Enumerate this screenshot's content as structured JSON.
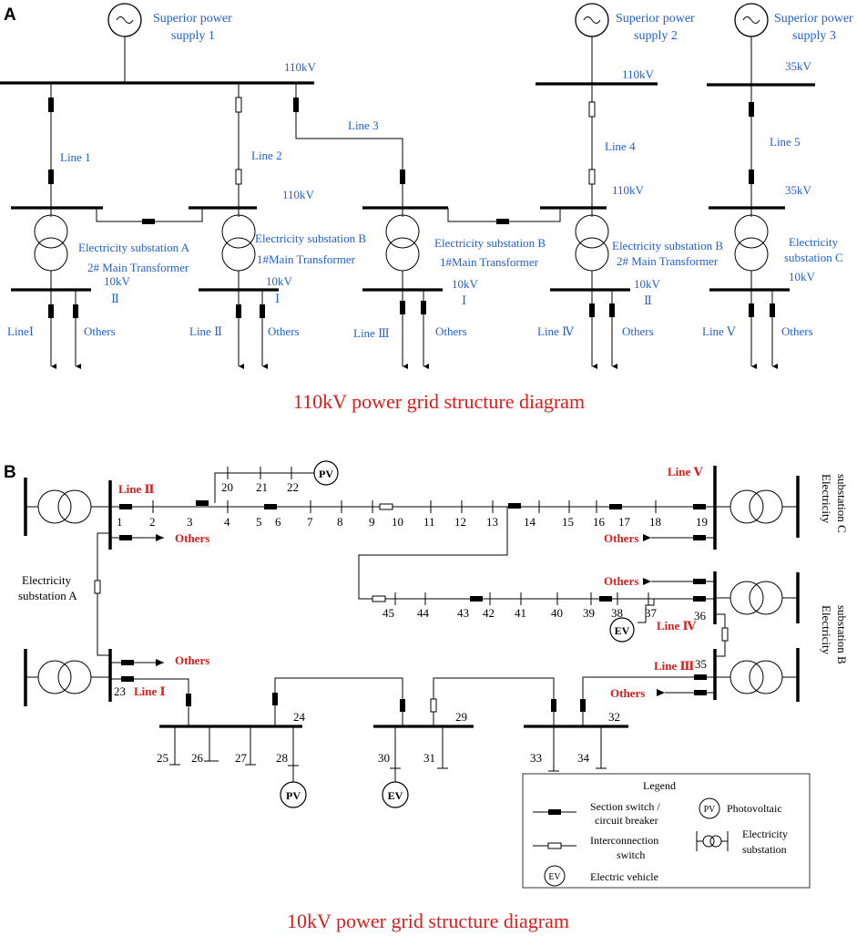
{
  "panelA": {
    "letter": "A",
    "caption": "110kV power grid structure diagram",
    "supplies": [
      "Superior power supply 1",
      "Superior power supply 2",
      "Superior power supply 3"
    ],
    "supply_lines": {
      "s1": [
        "Superior power",
        "supply 1"
      ],
      "s2": [
        "Superior power",
        "supply 2"
      ],
      "s3": [
        "Superior power",
        "supply 3"
      ]
    },
    "voltages": {
      "v110": "110kV",
      "v35": "35kV",
      "v10": "10kV",
      "roman1": "Ⅰ",
      "roman2": "Ⅱ"
    },
    "lines": [
      "Line 1",
      "Line 2",
      "Line 3",
      "Line 4",
      "Line 5"
    ],
    "substations": {
      "a_name": "Electricity substation A",
      "a_trans": "2# Main Transformer",
      "b1_name": "Electricity substation B",
      "b1_trans": "1#Main Transformer",
      "b2_name": "Electricity substation B",
      "b2_trans": "1#Main Transformer",
      "b3_name": "Electricity substation B",
      "b3_trans": "2# Main Transformer",
      "c_name1": "Electricity",
      "c_name2": "substation C"
    },
    "feeders": [
      "LineⅠ",
      "Line Ⅱ",
      "Line Ⅲ",
      "Line Ⅳ",
      "Line Ⅴ"
    ],
    "others": "Others"
  },
  "panelB": {
    "letter": "B",
    "caption": "10kV power grid structure diagram",
    "lines": {
      "l1": "Line Ⅰ",
      "l2": "Line Ⅱ",
      "l3": "Line Ⅲ",
      "l4": "Line Ⅳ",
      "l5": "Line Ⅴ"
    },
    "others": "Others",
    "substation_a": [
      "Electricity",
      "substation A"
    ],
    "substation_b": [
      "Electricity",
      "substation B"
    ],
    "substation_c": [
      "Electricity",
      "substation C"
    ],
    "nodes": [
      "1",
      "2",
      "3",
      "4",
      "5",
      "6",
      "7",
      "8",
      "9",
      "10",
      "11",
      "12",
      "13",
      "14",
      "15",
      "16",
      "17",
      "18",
      "19",
      "20",
      "21",
      "22",
      "23",
      "24",
      "25",
      "26",
      "27",
      "28",
      "29",
      "30",
      "31",
      "32",
      "33",
      "34",
      "35",
      "36",
      "37",
      "38",
      "39",
      "40",
      "41",
      "42",
      "43",
      "44",
      "45"
    ],
    "pv": "PV",
    "ev": "EV",
    "legend": {
      "title": "Legend",
      "section1": "Section switch /",
      "section2": "circuit breaker",
      "inter1": "Interconnection",
      "inter2": "switch",
      "ev_label": "Electric vehicle",
      "pv_label": "Photovoltaic",
      "sub1": "Electricity",
      "sub2": "substation"
    }
  },
  "colors": {
    "label_blue": "#1f5fd6",
    "highlight_red": "#e01b1b"
  }
}
